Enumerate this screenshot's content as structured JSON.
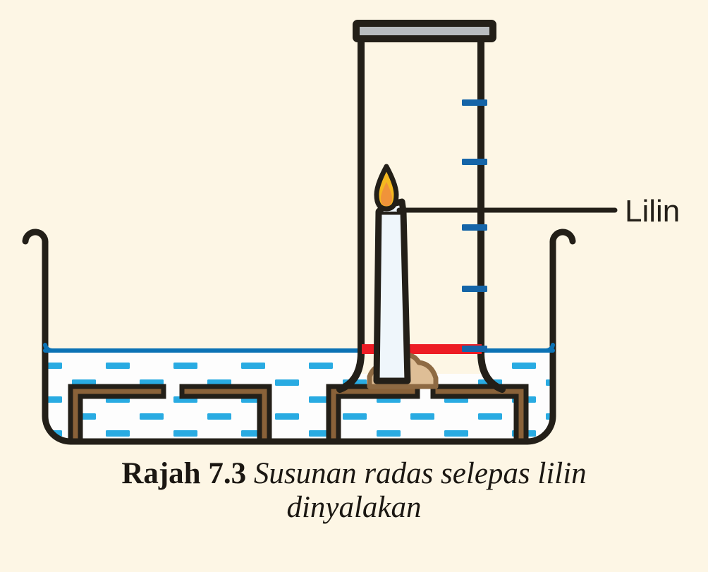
{
  "figure": {
    "background_color": "#FDF6E5",
    "ink_color": "#231F18",
    "caption": {
      "figure_number": "Rajah 7.3",
      "description_line1": "Susunan radas selepas lilin",
      "description_line2": "dinyalakan",
      "full_text": "Rajah 7.3 Susunan radas selepas lilin dinyalakan"
    },
    "labels": [
      {
        "id": "candle",
        "text": "Lilin",
        "leader_line": true
      }
    ],
    "colors": {
      "outline": "#231F18",
      "water_fill": "#FDFDFD",
      "water_dash": "#29ABE2",
      "water_surface_line": "#0B72B5",
      "graduation_mark": "#1565A8",
      "water_level_in_cylinder": "#ED1C24",
      "candle_body": "#EFF6FB",
      "flame_outer": "#F5B820",
      "flame_inner": "#F0933A",
      "plasticine_base": "#DEBE96",
      "plasticine_outline": "#8E6A43",
      "wood_block": "#8A6239",
      "cap_gray": "#B8BCBF"
    },
    "components": {
      "gas_jar": "inverted measuring cylinder",
      "cap": "stopper plate",
      "graduation_count": 5,
      "candle": "lit candle on plasticine base",
      "trough": "water trough",
      "supports": "wooden blocks"
    }
  }
}
